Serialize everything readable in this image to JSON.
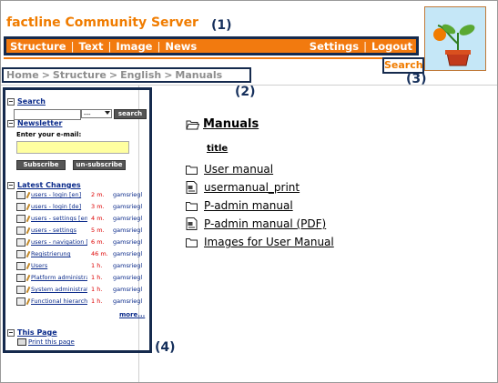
{
  "header": {
    "site_title": "factline Community Server",
    "nav_left": [
      "Structure",
      "Text",
      "Image",
      "News"
    ],
    "nav_right": [
      "Settings",
      "Logout"
    ],
    "search_link": "Search",
    "logo_icon": "plant-pot-logo-icon"
  },
  "callouts": {
    "c1": "(1)",
    "c2": "(2)",
    "c3": "(3)",
    "c4": "(4)"
  },
  "breadcrumb": {
    "items": [
      "Home",
      "Structure",
      "English",
      "Manuals"
    ],
    "separator": ">"
  },
  "sidebar": {
    "search": {
      "title": "Search",
      "input_value": "",
      "select_value": "---",
      "button": "search"
    },
    "newsletter": {
      "title": "Newsletter",
      "label": "Enter your e-mail:",
      "email_value": "",
      "subscribe_button": "Subscribe",
      "unsubscribe_button": "un-subscribe"
    },
    "latest_changes": {
      "title": "Latest Changes",
      "rows": [
        {
          "name": "users - login [en]",
          "time": "2 m.",
          "user": "gamsriegl"
        },
        {
          "name": "users - login [de]",
          "time": "3 m.",
          "user": "gamsriegl"
        },
        {
          "name": "users - settings [en]",
          "time": "4 m.",
          "user": "gamsriegl"
        },
        {
          "name": "users - settings",
          "time": "5 m.",
          "user": "gamsriegl"
        },
        {
          "name": "users - navigation [e",
          "time": "6 m.",
          "user": "gamsriegl"
        },
        {
          "name": "Registrierung",
          "time": "46 m.",
          "user": "gamsriegl"
        },
        {
          "name": "Users",
          "time": "1 h.",
          "user": "gamsriegl"
        },
        {
          "name": "Platform administrat",
          "time": "1 h.",
          "user": "gamsriegl"
        },
        {
          "name": "System administrat",
          "time": "1 h.",
          "user": "gamsriegl"
        },
        {
          "name": "Functional hierarch",
          "time": "1 h.",
          "user": "gamsriegl"
        }
      ],
      "more": "more..."
    },
    "this_page": {
      "title": "This Page",
      "print": "Print this page"
    }
  },
  "main": {
    "title": "Manuals",
    "column_header": "title",
    "items": [
      {
        "label": "User manual",
        "icon": "folder-icon"
      },
      {
        "label": "usermanual_print",
        "icon": "document-icon"
      },
      {
        "label": "P-admin manual",
        "icon": "folder-icon"
      },
      {
        "label": "P-admin manual (PDF)",
        "icon": "document-icon"
      },
      {
        "label": "Images for User Manual",
        "icon": "folder-icon"
      }
    ]
  },
  "colors": {
    "accent_orange": "#f27a0f",
    "callout_navy": "#152a4d",
    "link_blue": "#0a2a8a",
    "time_red": "#dd0000"
  }
}
